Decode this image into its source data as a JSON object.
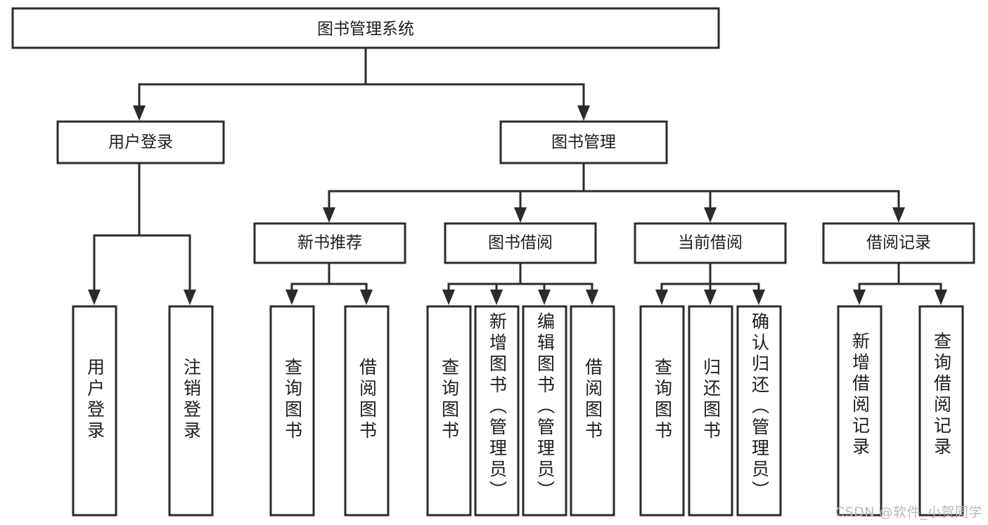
{
  "diagram": {
    "title": "图书管理系统",
    "watermark": "CSDN @软件_小贺同学",
    "stroke_color": "#2b2b2b",
    "fill_color": "#ffffff",
    "text_color": "#1d1d1d",
    "nodes": {
      "root": {
        "label": "图书管理系统",
        "level": 0
      },
      "user_login": {
        "label": "用户登录",
        "level": 1
      },
      "book_manage": {
        "label": "图书管理",
        "level": 1
      },
      "new_book_rec": {
        "label": "新书推荐",
        "level": 2
      },
      "book_borrow": {
        "label": "图书借阅",
        "level": 2
      },
      "current_borrow": {
        "label": "当前借阅",
        "level": 2
      },
      "borrow_record": {
        "label": "借阅记录",
        "level": 2
      },
      "leaf_user_login": {
        "label": "用户登录",
        "level": 3
      },
      "leaf_logout": {
        "label": "注销登录",
        "level": 3
      },
      "leaf_query_book_1": {
        "label": "查询图书",
        "level": 3
      },
      "leaf_borrow_book_1": {
        "label": "借阅图书",
        "level": 3
      },
      "leaf_query_book_2": {
        "label": "查询图书",
        "level": 3
      },
      "leaf_add_book": {
        "label": "新增图书（管理员）",
        "level": 3
      },
      "leaf_edit_book": {
        "label": "编辑图书（管理员）",
        "level": 3
      },
      "leaf_borrow_book_2": {
        "label": "借阅图书",
        "level": 3
      },
      "leaf_query_book_3": {
        "label": "查询图书",
        "level": 3
      },
      "leaf_return_book": {
        "label": "归还图书",
        "level": 3
      },
      "leaf_confirm_return": {
        "label": "确认归还（管理员）",
        "level": 3
      },
      "leaf_add_record": {
        "label": "新增借阅记录",
        "level": 3
      },
      "leaf_query_record": {
        "label": "查询借阅记录",
        "level": 3
      }
    },
    "edges": [
      {
        "from": "root",
        "to": "user_login"
      },
      {
        "from": "root",
        "to": "book_manage"
      },
      {
        "from": "book_manage",
        "to": "new_book_rec"
      },
      {
        "from": "book_manage",
        "to": "book_borrow"
      },
      {
        "from": "book_manage",
        "to": "current_borrow"
      },
      {
        "from": "book_manage",
        "to": "borrow_record"
      },
      {
        "from": "user_login",
        "to": "leaf_user_login"
      },
      {
        "from": "user_login",
        "to": "leaf_logout"
      },
      {
        "from": "new_book_rec",
        "to": "leaf_query_book_1"
      },
      {
        "from": "new_book_rec",
        "to": "leaf_borrow_book_1"
      },
      {
        "from": "book_borrow",
        "to": "leaf_query_book_2"
      },
      {
        "from": "book_borrow",
        "to": "leaf_add_book"
      },
      {
        "from": "book_borrow",
        "to": "leaf_edit_book"
      },
      {
        "from": "book_borrow",
        "to": "leaf_borrow_book_2"
      },
      {
        "from": "current_borrow",
        "to": "leaf_query_book_3"
      },
      {
        "from": "current_borrow",
        "to": "leaf_return_book"
      },
      {
        "from": "current_borrow",
        "to": "leaf_confirm_return"
      },
      {
        "from": "borrow_record",
        "to": "leaf_add_record"
      },
      {
        "from": "borrow_record",
        "to": "leaf_query_record"
      }
    ]
  }
}
